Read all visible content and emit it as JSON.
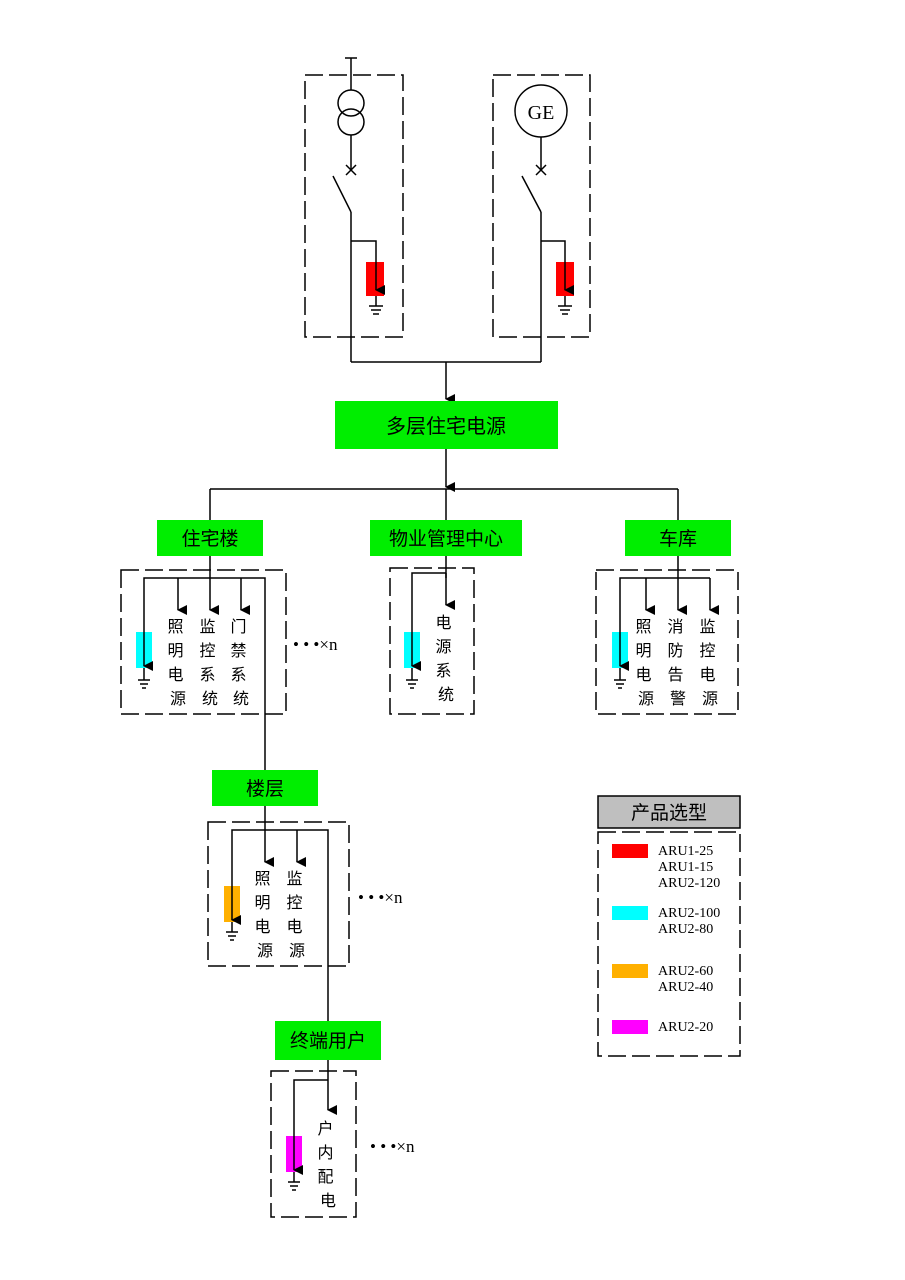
{
  "main_node": "多层住宅电源",
  "source_transformer_label": "",
  "source_generator_label": "GE",
  "branches": [
    {
      "title": "住宅楼",
      "loads": [
        "照明电源",
        "监控系统",
        "门禁系统"
      ],
      "multiplier": "• • •×n"
    },
    {
      "title": "物业管理中心",
      "loads": [
        "电源系统"
      ],
      "multiplier": ""
    },
    {
      "title": "车库",
      "loads": [
        "照明电源",
        "消防告警",
        "监控电源"
      ],
      "multiplier": ""
    }
  ],
  "floor": {
    "title": "楼层",
    "loads": [
      "照明电源",
      "监控电源"
    ],
    "multiplier": "• • •×n"
  },
  "terminal": {
    "title": "终端用户",
    "loads": [
      "户内配电"
    ],
    "multiplier": "• • •×n"
  },
  "legend": {
    "title": "产品选型",
    "items": [
      {
        "color": "#ff0000",
        "models": [
          "ARU1-25",
          "ARU1-15",
          "ARU2-120"
        ]
      },
      {
        "color": "#00ffff",
        "models": [
          "ARU2-100",
          "ARU2-80"
        ]
      },
      {
        "color": "#ffb000",
        "models": [
          "ARU2-60",
          "ARU2-40"
        ]
      },
      {
        "color": "#ff00ff",
        "models": [
          "ARU2-20"
        ]
      }
    ]
  },
  "colors": {
    "node_fill": "#00ee00",
    "legend_header": "#bfbfbf",
    "spd_red": "#ff0000",
    "spd_cyan": "#00ffff",
    "spd_orange": "#ffb000",
    "spd_magenta": "#ff00ff"
  }
}
